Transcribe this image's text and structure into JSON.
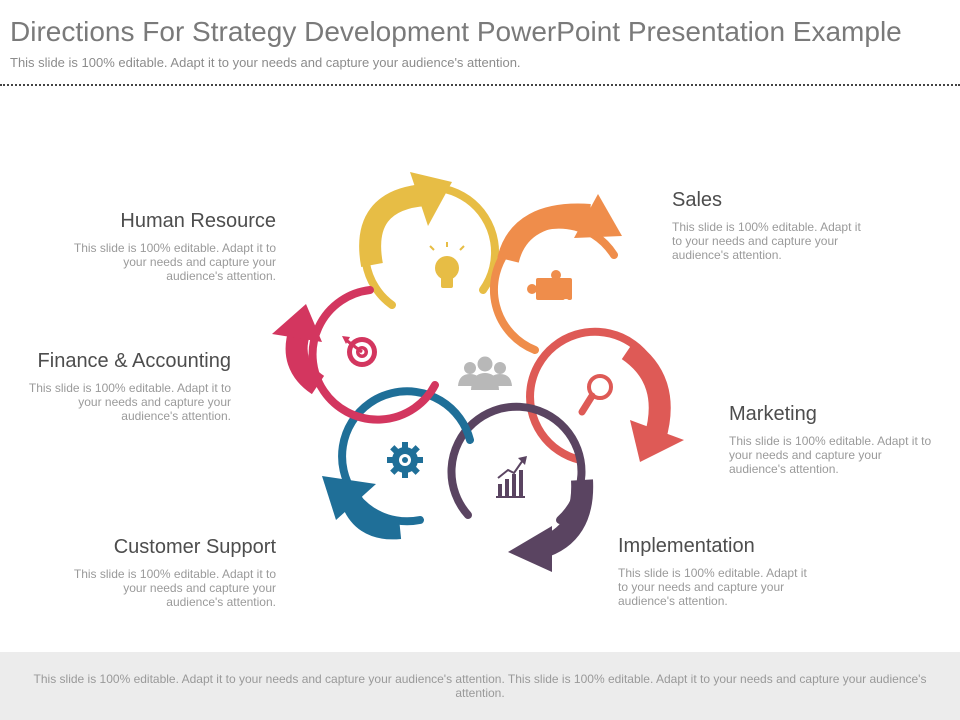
{
  "header": {
    "title": "Directions For Strategy Development PowerPoint Presentation Example",
    "subtitle": "This slide is 100% editable. Adapt it to your needs and capture your audience's attention."
  },
  "diagram": {
    "center_icon": "people-group-icon",
    "rings": [
      {
        "color": "#e7bd45",
        "icon": "lightbulb-icon"
      },
      {
        "color": "#ef8d4b",
        "icon": "puzzle-piece-icon"
      },
      {
        "color": "#de5a56",
        "icon": "magnifier-icon"
      },
      {
        "color": "#5a4461",
        "icon": "growth-chart-icon"
      },
      {
        "color": "#1f6f98",
        "icon": "gear-icon"
      },
      {
        "color": "#d3365f",
        "icon": "target-icon"
      }
    ]
  },
  "blocks": {
    "human_resource": {
      "title": "Human Resource",
      "desc": "This slide is 100% editable. Adapt it to your needs and capture your audience's attention."
    },
    "finance": {
      "title": "Finance & Accounting",
      "desc": "This slide is 100% editable. Adapt it to your needs and capture your audience's attention."
    },
    "customer_support": {
      "title": "Customer Support",
      "desc": "This slide is 100% editable. Adapt it to your needs and capture your audience's attention."
    },
    "sales": {
      "title": "Sales",
      "desc": "This slide is 100% editable. Adapt it to your needs and capture your audience's attention."
    },
    "marketing": {
      "title": "Marketing",
      "desc": "This slide is 100% editable. Adapt it to your needs and capture your audience's attention."
    },
    "implementation": {
      "title": "Implementation",
      "desc": "This slide is 100% editable. Adapt it to your needs and capture your audience's attention."
    }
  },
  "footer": {
    "text": "This slide is 100% editable. Adapt it to your needs and capture your audience's attention. This slide is 100% editable. Adapt it to your needs and capture your audience's attention."
  }
}
